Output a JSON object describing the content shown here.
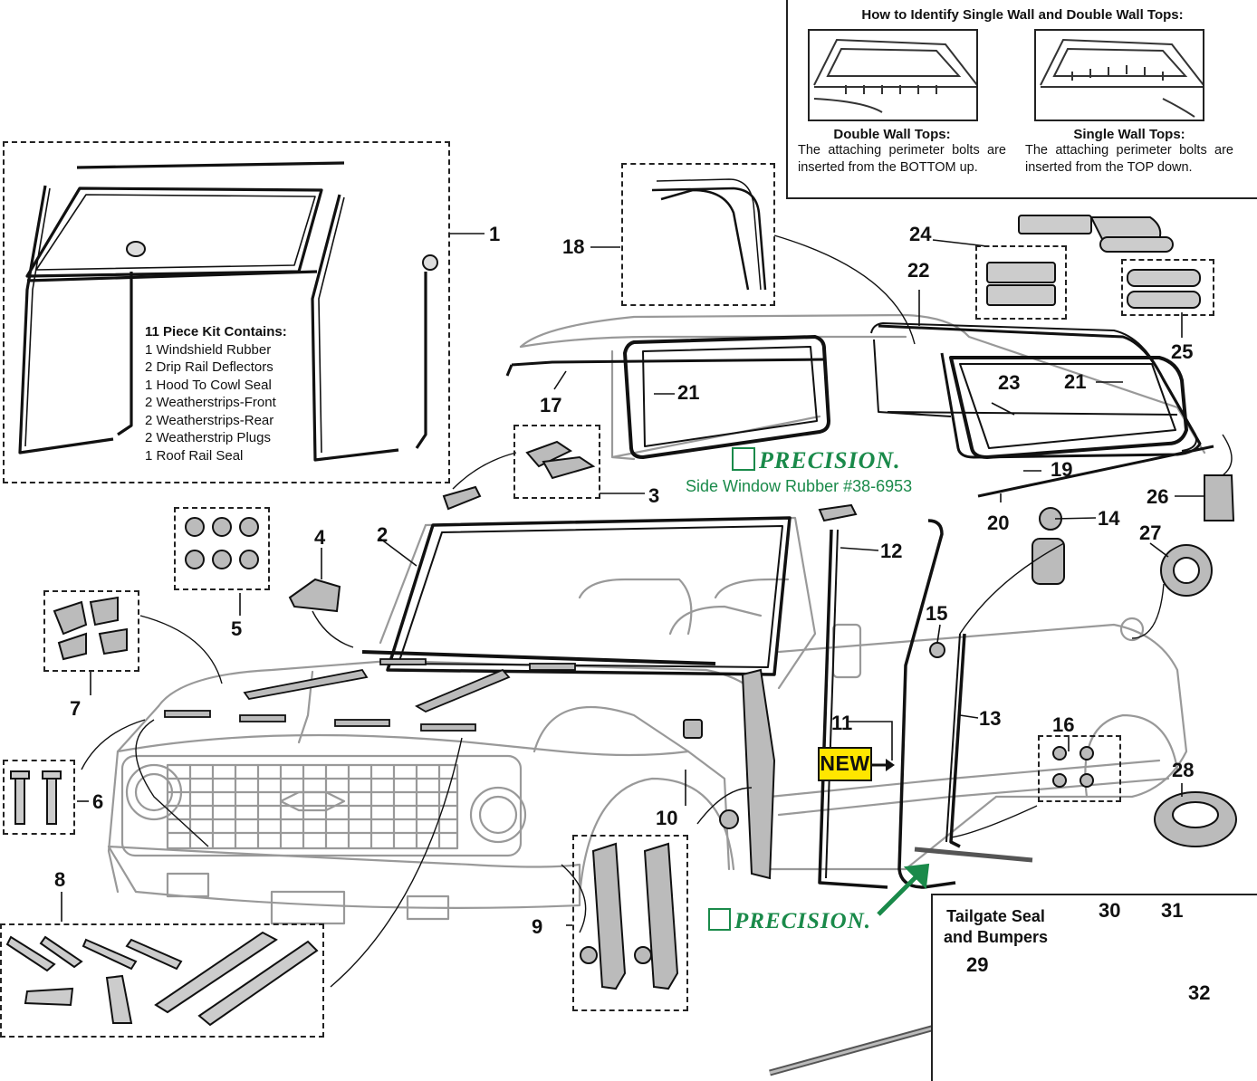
{
  "identify": {
    "title": "How to Identify Single Wall and Double Wall Tops:",
    "double_caption": "Double Wall Tops:",
    "double_desc": "The attaching perimeter bolts are inserted from the BOTTOM up.",
    "single_caption": "Single Wall Tops:",
    "single_desc": "The attaching perimeter bolts are inserted from the TOP down."
  },
  "kit": {
    "heading": "11 Piece Kit Contains:",
    "items": [
      "1  Windshield Rubber",
      "2  Drip Rail Deflectors",
      "1  Hood To Cowl Seal",
      "2  Weatherstrips-Front",
      "2  Weatherstrips-Rear",
      "2  Weatherstrip Plugs",
      "1  Roof Rail Seal"
    ]
  },
  "brand": {
    "name": "PRECISION.",
    "subtitle": "Side Window Rubber #38-6953",
    "new_badge": "NEW"
  },
  "tailgate": {
    "title_line1": "Tailgate Seal",
    "title_line2": "and Bumpers"
  },
  "parts": [
    "1",
    "2",
    "3",
    "4",
    "5",
    "6",
    "7",
    "8",
    "9",
    "10",
    "11",
    "12",
    "13",
    "14",
    "15",
    "16",
    "17",
    "18",
    "19",
    "20",
    "21",
    "21",
    "22",
    "23",
    "24",
    "25",
    "26",
    "27",
    "28",
    "29",
    "30",
    "31",
    "32"
  ]
}
